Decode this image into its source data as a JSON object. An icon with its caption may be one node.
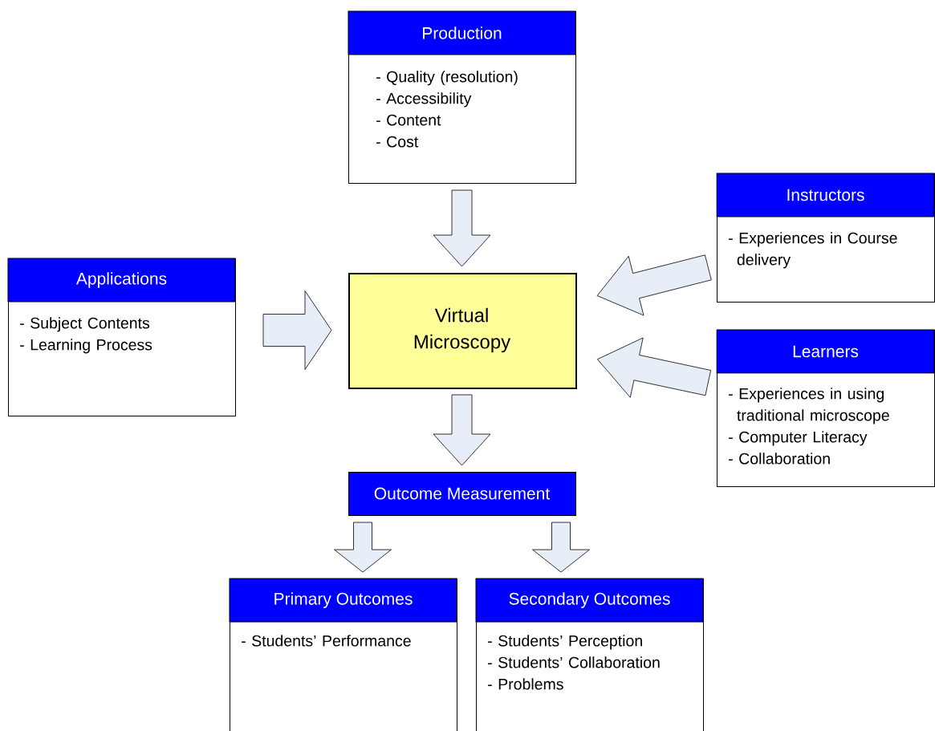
{
  "diagram": {
    "nodes": [
      {
        "text": [
          "Production",
          "- Quality (resolution)",
          "- Accessibility",
          "- Content",
          "- Cost"
        ]
      },
      {
        "text": [
          "Instructors",
          "- Experiences in Course delivery"
        ]
      },
      {
        "text": [
          "Applications",
          "- Subject Contents",
          "- Learning Process"
        ]
      },
      {
        "text": [
          "Virtual Microscopy"
        ]
      },
      {
        "text": [
          "Learners",
          "- Experiences in using traditional microscope",
          "- Computer Literacy",
          "- Collaboration"
        ]
      },
      {
        "text": [
          "Outcome Measurement"
        ]
      },
      {
        "text": [
          "Primary Outcomes",
          "- Students’ Performance"
        ]
      },
      {
        "text": [
          "Secondary Outcomes",
          "- Students’ Perception",
          "- Students’ Collaboration",
          "- Problems"
        ]
      }
    ],
    "edges": [
      {
        "from": 0,
        "to": 3,
        "arrow": "to"
      },
      {
        "from": 1,
        "to": 3,
        "arrow": "to"
      },
      {
        "from": 2,
        "to": 3,
        "arrow": "to"
      },
      {
        "from": 4,
        "to": 3,
        "arrow": "to"
      },
      {
        "from": 3,
        "to": 5,
        "arrow": "to"
      },
      {
        "from": 5,
        "to": 6,
        "arrow": "to"
      },
      {
        "from": 5,
        "to": 7,
        "arrow": "to"
      }
    ]
  }
}
